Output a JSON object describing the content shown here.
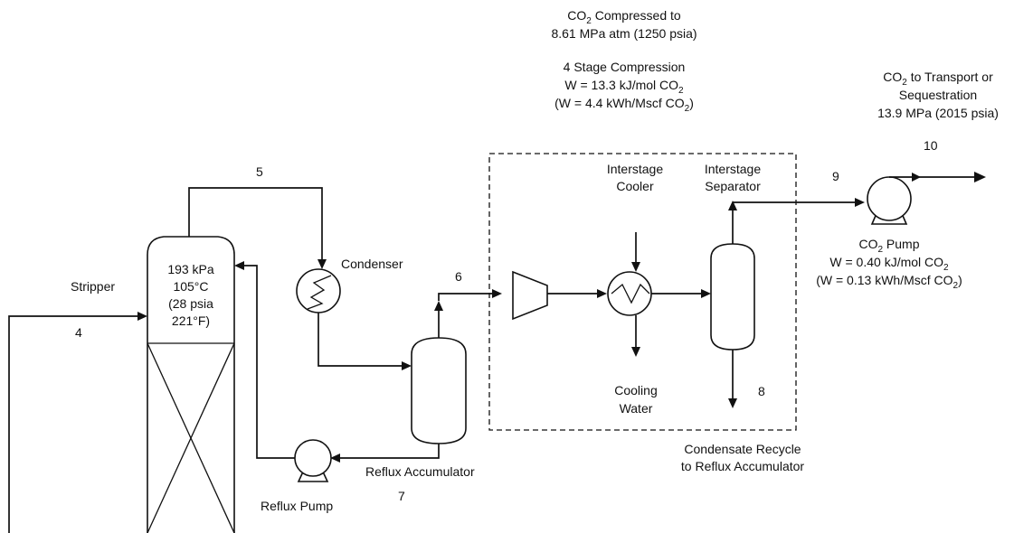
{
  "stripper": {
    "label": "Stripper",
    "conditions": [
      "193 kPa",
      "105°C",
      "(28 psia",
      "221°F)"
    ]
  },
  "compression": {
    "header": {
      "line1_prefix": "CO",
      "line1_sub": "2",
      "line1_suffix": " Compressed to",
      "line2": "8.61 MPa atm (1250 psia)"
    },
    "stages": {
      "line1": "4 Stage Compression",
      "line2_prefix": "W = 13.3 kJ/mol CO",
      "line2_sub": "2",
      "line3_prefix": "(W = 4.4 kWh/Mscf CO",
      "line3_sub": "2",
      "line3_suffix": ")"
    }
  },
  "transport": {
    "line1_prefix": "CO",
    "line1_sub": "2",
    "line1_suffix": " to Transport or",
    "line2": "Sequestration",
    "line3": "13.9 MPa (2015 psia)"
  },
  "co2_pump": {
    "name_prefix": "CO",
    "name_sub": "2",
    "name_suffix": " Pump",
    "work1_prefix": "W = 0.40 kJ/mol CO",
    "work1_sub": "2",
    "work2_prefix": "(W = 0.13 kWh/Mscf CO",
    "work2_sub": "2",
    "work2_suffix": ")"
  },
  "equipment": {
    "condenser": "Condenser",
    "interstage_cooler": [
      "Interstage",
      "Cooler"
    ],
    "interstage_separator": [
      "Interstage",
      "Separator"
    ],
    "cooling_water": [
      "Cooling",
      "Water"
    ],
    "reflux_accumulator": "Reflux Accumulator",
    "reflux_pump": "Reflux Pump",
    "condensate_recycle": [
      "Condensate Recycle",
      "to Reflux Accumulator"
    ]
  },
  "streams": {
    "s4": "4",
    "s5": "5",
    "s6": "6",
    "s7": "7",
    "s8": "8",
    "s9": "9",
    "s10": "10"
  }
}
